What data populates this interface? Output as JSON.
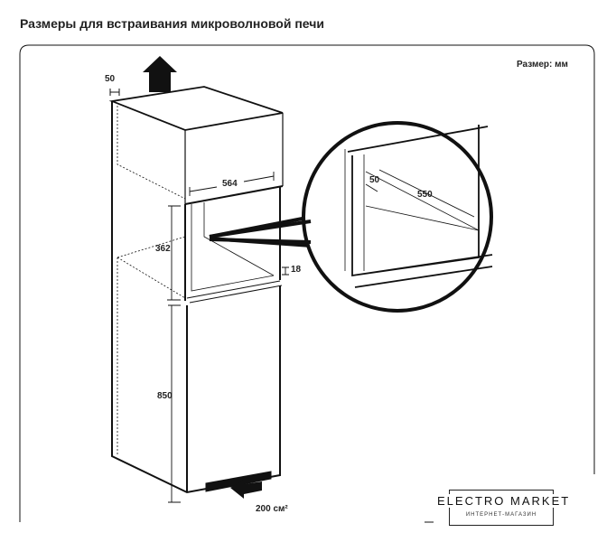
{
  "title": "Размеры для встраивания микроволновой печи",
  "units": "Размер: мм",
  "dimensions": {
    "top_gap": "50",
    "width": "564",
    "height": "362",
    "panel": "18",
    "cabinet_height": "850",
    "vent": "200 см²",
    "detail_gap": "50",
    "depth": "550"
  },
  "logo": {
    "name": "ELECTRO MARKET",
    "subtitle": "ИНТЕРНЕТ-МАГАЗИН"
  }
}
